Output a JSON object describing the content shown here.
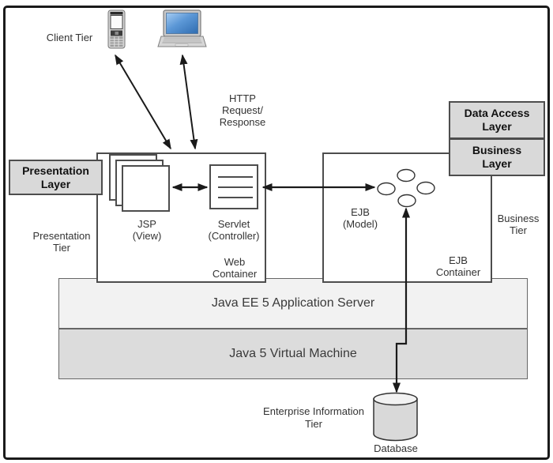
{
  "labels": {
    "client_tier": "Client Tier",
    "http": "HTTP\nRequest/\nResponse",
    "presentation_layer": "Presentation\nLayer",
    "presentation_tier": "Presentation\nTier",
    "jsp": "JSP\n(View)",
    "servlet": "Servlet\n(Controller)",
    "web_container": "Web\nContainer",
    "ejb_model": "EJB\n(Model)",
    "ejb_container": "EJB\nContainer",
    "data_access_layer": "Data Access\nLayer",
    "business_layer": "Business\nLayer",
    "business_tier": "Business\nTier",
    "app_server": "Java EE 5 Application Server",
    "jvm": "Java 5 Virtual Machine",
    "eis_tier": "Enterprise Information\nTier",
    "database": "Database"
  },
  "icons": {
    "client_phone": "mobile-phone-icon",
    "client_laptop": "laptop-icon",
    "jsp_pages": "stacked-pages-icon",
    "servlet_doc": "document-lines-icon",
    "ejb_beans": "four-ovals-icon",
    "database": "database-cylinder-icon"
  },
  "colors": {
    "frame_border": "#1a1a1a",
    "label_box_fill": "#d9d9d9",
    "app_server_fill": "#f2f2f2",
    "jvm_fill": "#dcdcdc",
    "container_fill": "#ffffff",
    "arrow": "#1a1a1a",
    "laptop_screen_blue": "#3a78c2"
  }
}
